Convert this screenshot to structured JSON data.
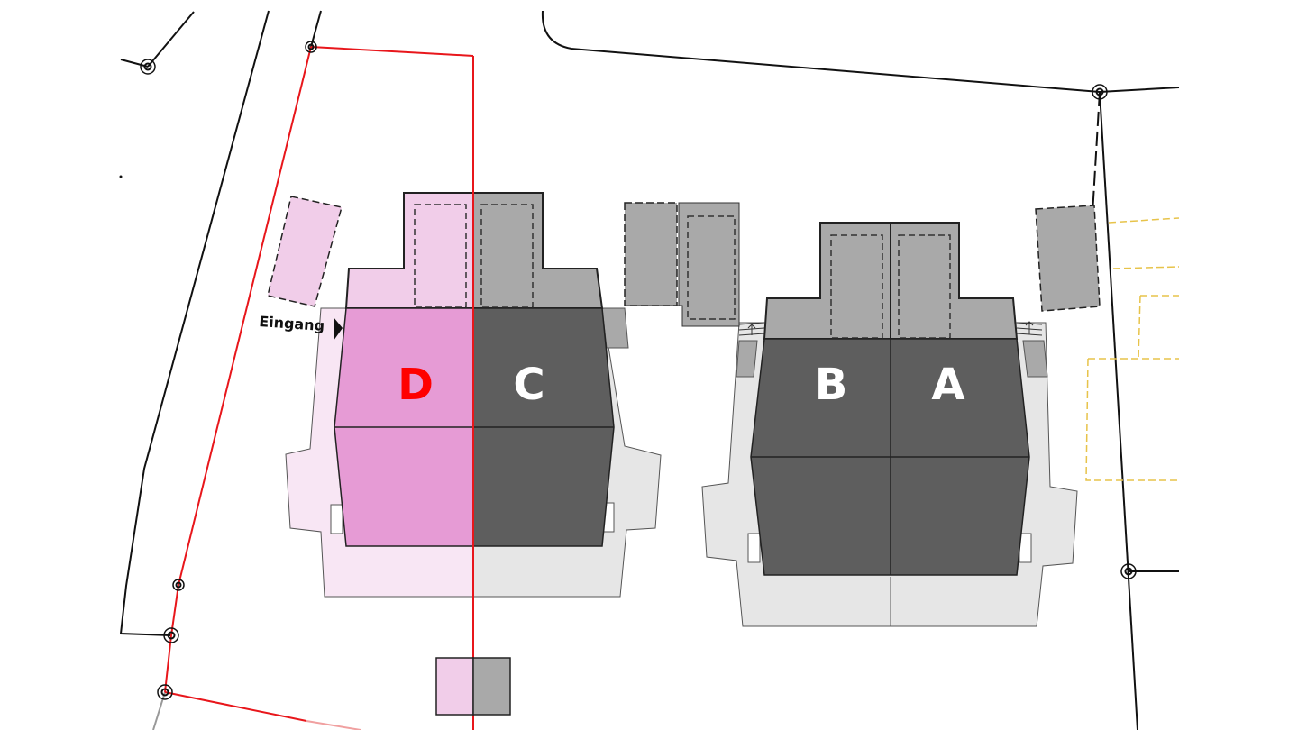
{
  "site_plan": {
    "units": [
      {
        "id": "D",
        "label": "D",
        "highlighted": true,
        "label_color": "#ff0000"
      },
      {
        "id": "C",
        "label": "C",
        "highlighted": false,
        "label_color": "#ffffff"
      },
      {
        "id": "B",
        "label": "B",
        "highlighted": false,
        "label_color": "#ffffff"
      },
      {
        "id": "A",
        "label": "A",
        "highlighted": false,
        "label_color": "#ffffff"
      }
    ],
    "entrance": {
      "label": "Eingang"
    },
    "colors": {
      "highlight_dark": "#e69bd5",
      "highlight_light": "#f1cde9",
      "highlight_terrace": "#f8e6f4",
      "building_dark": "#5e5e5e",
      "building_mid": "#a9a9a9",
      "terrace": "#e6e6e6",
      "boundary_red": "#e8161b",
      "neighbour_yellow": "#e7c34a"
    }
  }
}
